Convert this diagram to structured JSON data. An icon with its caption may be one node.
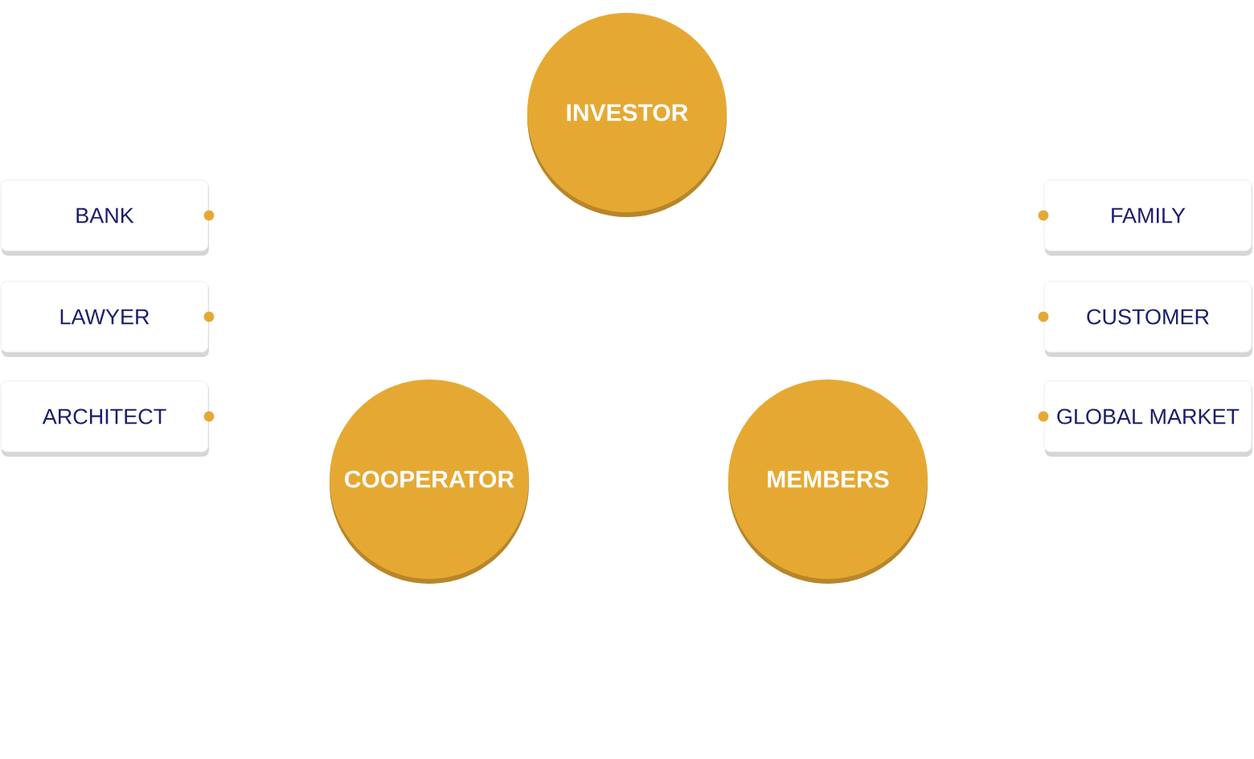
{
  "diagram": {
    "nodes": [
      {
        "text": [
          "INVESTOR"
        ]
      },
      {
        "text": [
          "BANK"
        ]
      },
      {
        "text": [
          "FAMILY"
        ]
      },
      {
        "text": [
          "LAWYER"
        ]
      },
      {
        "text": [
          "CUSTOMER"
        ]
      },
      {
        "text": [
          "ARCHITECT"
        ]
      },
      {
        "text": [
          "GLOBAL MARKET"
        ]
      },
      {
        "text": [
          "COOPERATOR"
        ]
      },
      {
        "text": [
          "MEMBERS"
        ]
      }
    ]
  }
}
